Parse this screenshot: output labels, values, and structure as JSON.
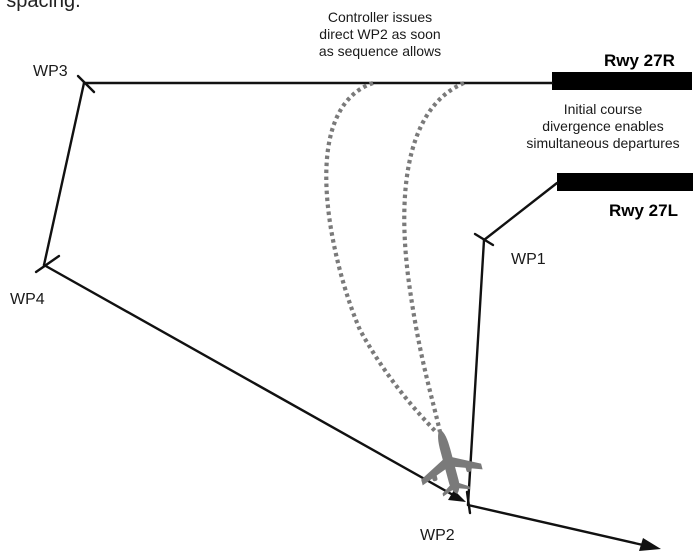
{
  "header_fragment": "r spacing.",
  "annotations": {
    "controller_note": [
      "Controller issues",
      "direct WP2 as soon",
      "as sequence allows"
    ],
    "divergence_note": [
      "Initial course",
      "divergence enables",
      "simultaneous departures"
    ]
  },
  "runways": {
    "r27r": "Rwy 27R",
    "r27l": "Rwy 27L"
  },
  "waypoints": {
    "wp1": "WP1",
    "wp2": "WP2",
    "wp3": "WP3",
    "wp4": "WP4"
  },
  "colors": {
    "route": "#111111",
    "runway": "#000000",
    "dotted_path": "#7a7a7a",
    "aircraft": "#7a7a7a"
  },
  "icons": {
    "aircraft": "aircraft-icon"
  }
}
